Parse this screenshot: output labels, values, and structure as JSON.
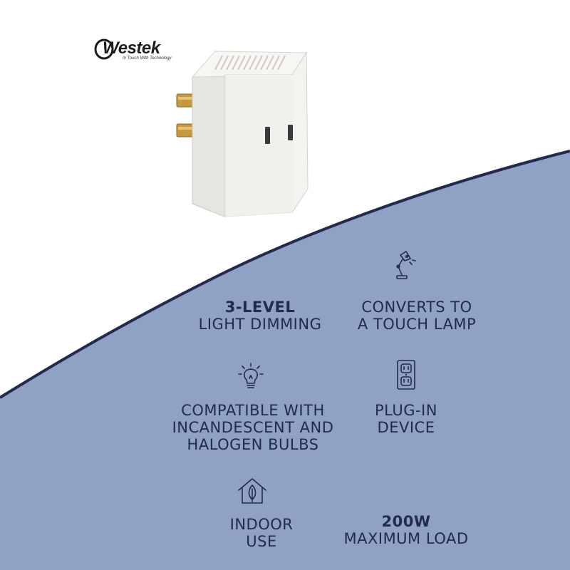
{
  "brand": {
    "name": "Westek",
    "tagline": "In Touch With Technology"
  },
  "colors": {
    "panel": "#8fa1c4",
    "arc": "#232a4d",
    "text": "#232a4d",
    "product": "#f4f3ef",
    "prong": "#c59a3f"
  },
  "features": [
    {
      "icon": "dimmer",
      "lines": [
        "3-LEVEL",
        "LIGHT DIMMING"
      ],
      "bold_first": true
    },
    {
      "icon": "lamp-icon",
      "lines": [
        "CONVERTS TO",
        "A TOUCH LAMP"
      ],
      "bold_first": false
    },
    {
      "icon": "light-bulb-icon",
      "lines": [
        "COMPATIBLE WITH",
        "INCANDESCENT AND",
        "HALOGEN BULBS"
      ],
      "bold_first": false
    },
    {
      "icon": "outlet-icon",
      "lines": [
        "PLUG-IN",
        "DEVICE"
      ],
      "bold_first": false
    },
    {
      "icon": "house-leaf-icon",
      "lines": [
        "INDOOR",
        "USE"
      ],
      "bold_first": false
    },
    {
      "icon": "load",
      "lines": [
        "200W",
        "MAXIMUM LOAD"
      ],
      "bold_first": true
    }
  ]
}
